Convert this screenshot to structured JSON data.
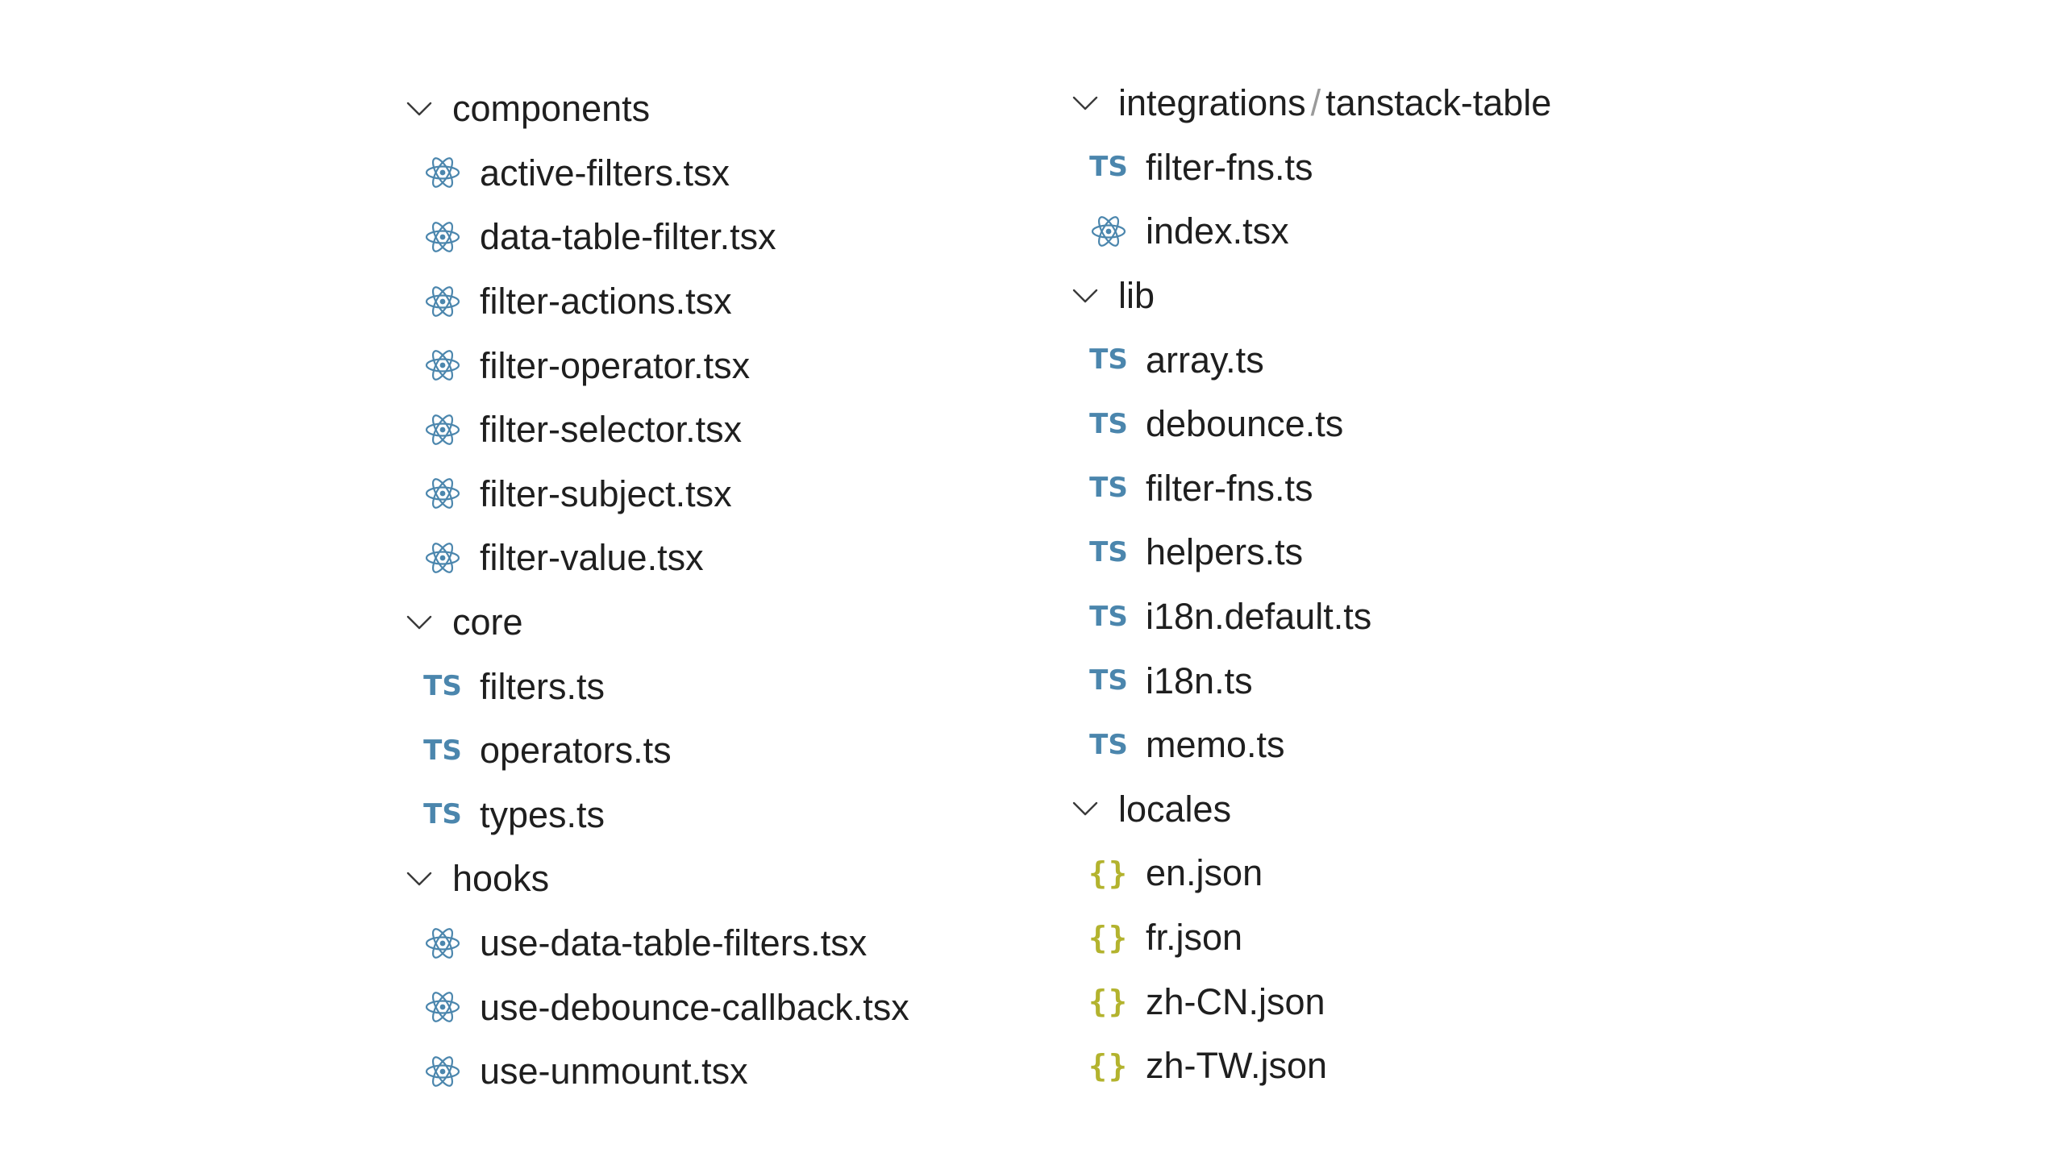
{
  "colors": {
    "ts_icon": "#4b86ad",
    "react_icon": "#4b86ad",
    "json_icon": "#b3b32e",
    "separator": "#9a9a9a",
    "text": "#1f1f1f"
  },
  "left_tree": {
    "folders": [
      {
        "name": "components",
        "icon": "chevron-down-icon",
        "files": [
          {
            "name": "active-filters.tsx",
            "icon": "react-icon"
          },
          {
            "name": "data-table-filter.tsx",
            "icon": "react-icon"
          },
          {
            "name": "filter-actions.tsx",
            "icon": "react-icon"
          },
          {
            "name": "filter-operator.tsx",
            "icon": "react-icon"
          },
          {
            "name": "filter-selector.tsx",
            "icon": "react-icon"
          },
          {
            "name": "filter-subject.tsx",
            "icon": "react-icon"
          },
          {
            "name": "filter-value.tsx",
            "icon": "react-icon"
          }
        ]
      },
      {
        "name": "core",
        "icon": "chevron-down-icon",
        "files": [
          {
            "name": "filters.ts",
            "icon": "ts-icon",
            "icon_text": "TS"
          },
          {
            "name": "operators.ts",
            "icon": "ts-icon",
            "icon_text": "TS"
          },
          {
            "name": "types.ts",
            "icon": "ts-icon",
            "icon_text": "TS"
          }
        ]
      },
      {
        "name": "hooks",
        "icon": "chevron-down-icon",
        "files": [
          {
            "name": "use-data-table-filters.tsx",
            "icon": "react-icon"
          },
          {
            "name": "use-debounce-callback.tsx",
            "icon": "react-icon"
          },
          {
            "name": "use-unmount.tsx",
            "icon": "react-icon"
          }
        ]
      }
    ]
  },
  "right_tree": {
    "folders": [
      {
        "name_part1": "integrations",
        "separator": "/",
        "name_part2": "tanstack-table",
        "icon": "chevron-down-icon",
        "files": [
          {
            "name": "filter-fns.ts",
            "icon": "ts-icon",
            "icon_text": "TS"
          },
          {
            "name": "index.tsx",
            "icon": "react-icon"
          }
        ]
      },
      {
        "name": "lib",
        "icon": "chevron-down-icon",
        "files": [
          {
            "name": "array.ts",
            "icon": "ts-icon",
            "icon_text": "TS"
          },
          {
            "name": "debounce.ts",
            "icon": "ts-icon",
            "icon_text": "TS"
          },
          {
            "name": "filter-fns.ts",
            "icon": "ts-icon",
            "icon_text": "TS"
          },
          {
            "name": "helpers.ts",
            "icon": "ts-icon",
            "icon_text": "TS"
          },
          {
            "name": "i18n.default.ts",
            "icon": "ts-icon",
            "icon_text": "TS"
          },
          {
            "name": "i18n.ts",
            "icon": "ts-icon",
            "icon_text": "TS"
          },
          {
            "name": "memo.ts",
            "icon": "ts-icon",
            "icon_text": "TS"
          }
        ]
      },
      {
        "name": "locales",
        "icon": "chevron-down-icon",
        "files": [
          {
            "name": "en.json",
            "icon": "json-icon",
            "icon_text": "{}"
          },
          {
            "name": "fr.json",
            "icon": "json-icon",
            "icon_text": "{}"
          },
          {
            "name": "zh-CN.json",
            "icon": "json-icon",
            "icon_text": "{}"
          },
          {
            "name": "zh-TW.json",
            "icon": "json-icon",
            "icon_text": "{}"
          }
        ]
      }
    ]
  }
}
